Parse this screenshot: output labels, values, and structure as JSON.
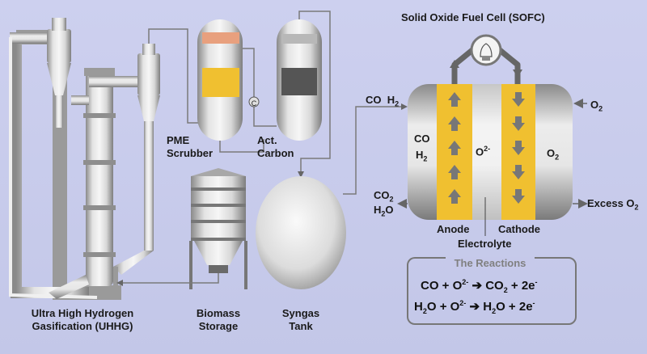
{
  "title": "Solid Oxide Fuel Cell (SOFC)",
  "labels": {
    "uhhg_line1": "Ultra High Hydrogen",
    "uhhg_line2": "Gasification (UHHG)",
    "biomass_line1": "Biomass",
    "biomass_line2": "Storage",
    "syngas_line1": "Syngas",
    "syngas_line2": "Tank",
    "pme_line1": "PME",
    "pme_line2": "Scrubber",
    "act_line1": "Act.",
    "act_line2": "Carbon",
    "c_mark": "C",
    "inlet_co": "CO",
    "inlet_h2": "H",
    "inlet_h2_sub": "2",
    "anode_co": "CO",
    "anode_h2": "H",
    "anode_h2_sub": "2",
    "o2minus": "O",
    "o2minus_sup": "2-",
    "cathode_o2": "O",
    "cathode_o2_sub": "2",
    "o2_in": "O",
    "o2_in_sub": "2",
    "excess": "Excess O",
    "excess_sub": "2",
    "co2": "CO",
    "co2_sub": "2",
    "h2o": "H",
    "h2o_sub": "2",
    "h2o_o": "O",
    "anode": "Anode",
    "cathode": "Cathode",
    "electrolyte": "Electrolyte"
  },
  "reactions": {
    "title": "The Reactions",
    "r1_a": "CO + O",
    "r1_a_sup": "2-",
    "r1_arrow": "➔",
    "r1_b": "CO",
    "r1_b_sub": "2",
    "r1_c": " + 2e",
    "r1_c_sup": "-",
    "r2_a": "H",
    "r2_a_sub": "2",
    "r2_a2": "O + O",
    "r2_a_sup": "2-",
    "r2_arrow": "➔",
    "r2_b": "H",
    "r2_b_sub": "2",
    "r2_c": "O + 2e",
    "r2_c_sup": "-"
  },
  "colors": {
    "background": "#c9ccea",
    "vessel_light": "#f2f2f2",
    "vessel_dark": "#8c8c8c",
    "gold": "#f0c030",
    "salmon": "#e8a07e",
    "carbon": "#555555",
    "pipe": "#7a7a7a"
  }
}
